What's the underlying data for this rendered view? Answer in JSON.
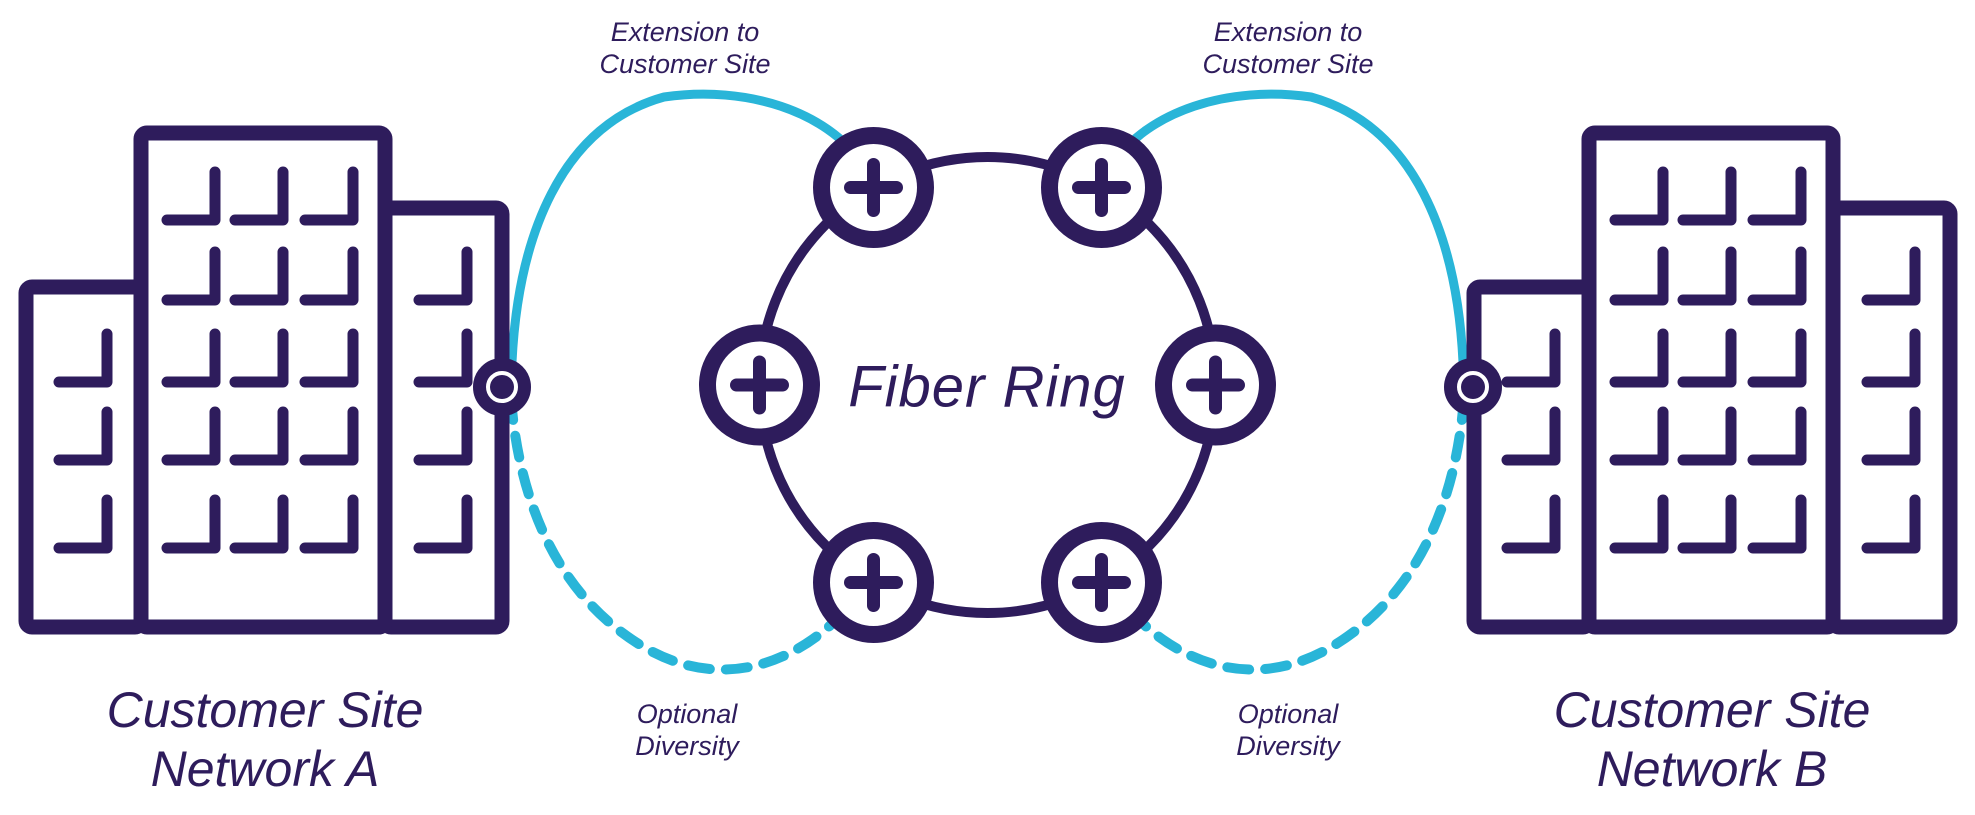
{
  "colors": {
    "navy": "#2e1c5c",
    "cyan": "#29b5d8",
    "bg": "#ffffff"
  },
  "labels": {
    "extension_left": {
      "line1": "Extension to",
      "line2": "Customer Site"
    },
    "extension_right": {
      "line1": "Extension to",
      "line2": "Customer Site"
    },
    "optional_left": {
      "line1": "Optional",
      "line2": "Diversity"
    },
    "optional_right": {
      "line1": "Optional",
      "line2": "Diversity"
    },
    "ring_title": "Fiber Ring",
    "site_a": {
      "line1": "Customer Site",
      "line2": "Network A"
    },
    "site_b": {
      "line1": "Customer Site",
      "line2": "Network B"
    }
  },
  "ring": {
    "node_count": 6,
    "node_symbol": "+"
  }
}
